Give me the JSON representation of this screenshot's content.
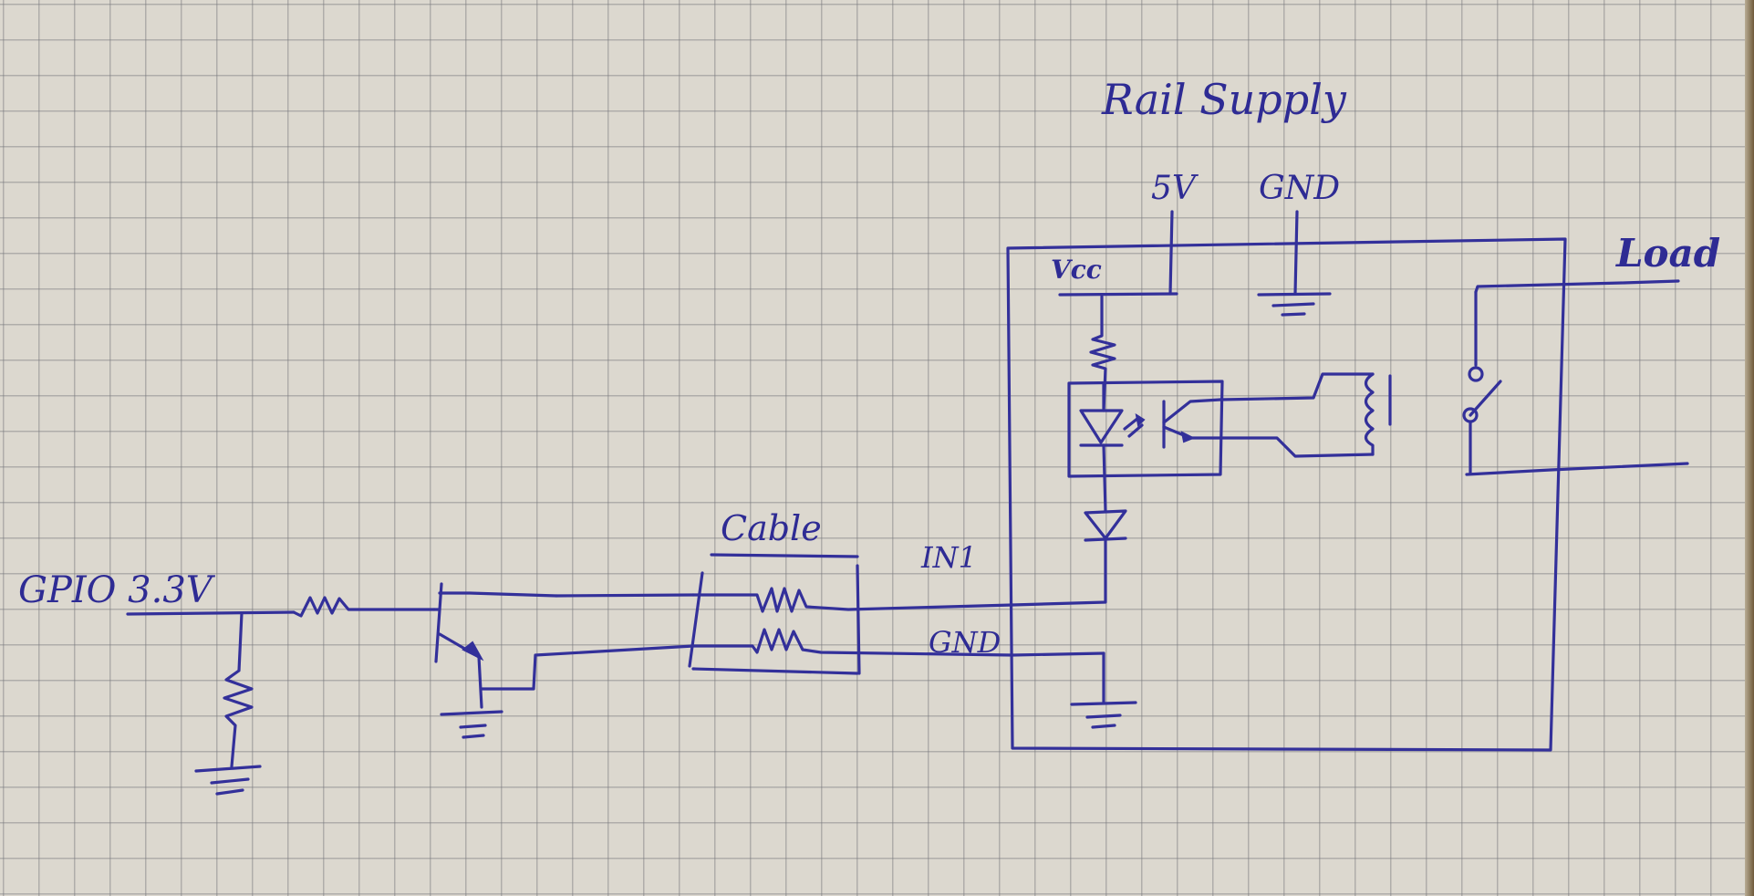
{
  "diagram": {
    "type": "hand-drawn circuit schematic on graph paper",
    "ink_color": "#33309a",
    "paper_color": "#dcd8cf",
    "labels": {
      "rail_supply": "Rail Supply",
      "supply_5v": "5V",
      "supply_gnd": "GND",
      "vcc": "Vcc",
      "load": "Load",
      "cable": "Cable",
      "in1": "IN1",
      "module_gnd": "GND",
      "gpio": "GPIO 3.3V"
    },
    "components": [
      {
        "id": "gpio-pin",
        "kind": "input",
        "label": "GPIO 3.3V"
      },
      {
        "id": "pulldown-resistor",
        "kind": "resistor",
        "connects": [
          "gpio-pin",
          "ground"
        ]
      },
      {
        "id": "base-resistor",
        "kind": "resistor",
        "connects": [
          "gpio-pin",
          "npn-transistor.base"
        ]
      },
      {
        "id": "npn-transistor",
        "kind": "NPN transistor",
        "emitter": "ground",
        "collector": "cable.line1"
      },
      {
        "id": "cable",
        "kind": "cable (two lines with resistance)",
        "lines": [
          "IN1",
          "GND"
        ]
      },
      {
        "id": "relay-module",
        "kind": "relay module board",
        "inputs": [
          "IN1",
          "GND",
          "Vcc"
        ]
      },
      {
        "id": "led-resistor",
        "kind": "resistor",
        "connects": [
          "Vcc",
          "optocoupler.led"
        ]
      },
      {
        "id": "optocoupler",
        "kind": "optocoupler (LED + phototransistor)"
      },
      {
        "id": "indicator-diode",
        "kind": "diode",
        "connects": [
          "optocoupler.led",
          "IN1"
        ]
      },
      {
        "id": "relay",
        "kind": "relay (coil + switch)",
        "switches": "Load"
      }
    ]
  }
}
